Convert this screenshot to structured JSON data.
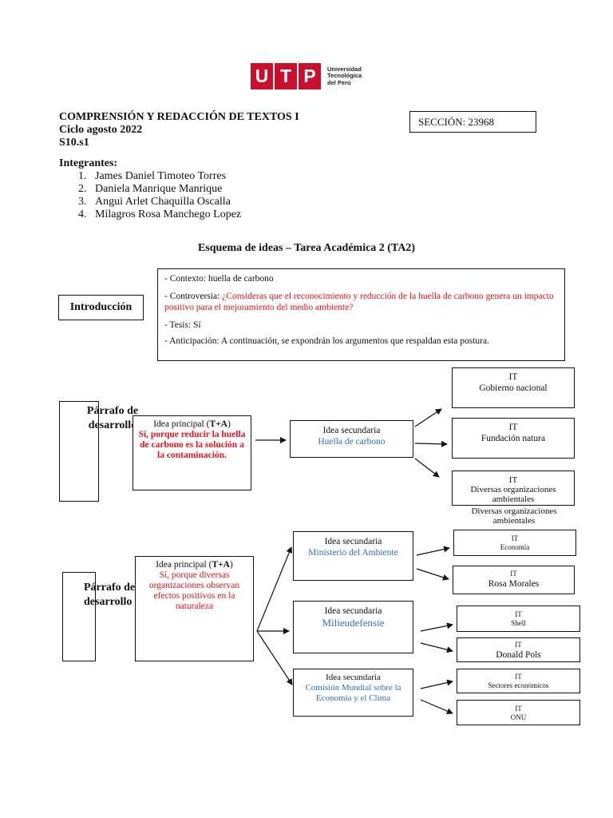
{
  "logo": {
    "letters": [
      "U",
      "T",
      "P"
    ],
    "university": [
      "Universidad",
      "Tecnológica",
      "del Perú"
    ]
  },
  "header": {
    "course": "COMPRENSIÓN Y REDACCIÓN DE TEXTOS I",
    "cycle": "Ciclo agosto 2022",
    "session": "S10.s1",
    "section": "SECCIÓN: 23968"
  },
  "members": {
    "title": "Integrantes:",
    "items": [
      {
        "n": "1.",
        "name": "James Daniel Timoteo Torres"
      },
      {
        "n": "2.",
        "name": "Daniela Manrique Manrique"
      },
      {
        "n": "3.",
        "name": "Angui Arlet Chaquilla Oscalla"
      },
      {
        "n": "4.",
        "name": "Milagros Rosa Manchego Lopez"
      }
    ]
  },
  "scheme_title": "Esquema de ideas – Tarea Académica 2 (TA2)",
  "intro": {
    "label": "Introducción",
    "context": "- Contexto: huella de carbono",
    "controversy_label": "- Controversia: ",
    "controversy": "¿Consideras que el reconocimiento y reducción de la huella de carbono genera un impacto positivo para el mejoramiento del medio ambiente?",
    "thesis": "- Tesis: Sí",
    "anticipation": "- Anticipación: A continuación, se expondrán los argumentos que respaldan esta postura."
  },
  "p1": {
    "label": "Párrafo de desarrollo",
    "main_prefix": "Idea principal (",
    "main_ta": "T+A",
    "main_suffix": ")",
    "main_text": "Sí, porque reducir la huella de carbono es la solución a la contaminación.",
    "secondary_title": "Idea secundaria",
    "secondary_text": "Huella de carbono",
    "its": [
      {
        "it": "IT",
        "text": "Gobierno nacional"
      },
      {
        "it": "IT",
        "text": "Fundación natura"
      },
      {
        "it": "IT",
        "text": "Diversas organizaciones ambientales",
        "overflow": "Diversas organizaciones ambientales"
      }
    ]
  },
  "p2": {
    "label": "Párrafo de desarrollo",
    "main_prefix": "Idea principal (",
    "main_ta": "T+A",
    "main_suffix": ")",
    "main_text": "Sí, porque diversas organizaciones observan efectos positivos en la naturaleza",
    "secondaries": [
      {
        "title": "Idea secundaria",
        "text": "Ministerio del Ambiente"
      },
      {
        "title": "Idea secundaria",
        "text": "Milieudefensie"
      },
      {
        "title": "Idea secundaria",
        "text": "Comisión Mundial sobre la Economía y el Clima"
      }
    ],
    "its": [
      {
        "it": "IT",
        "text": "Economía"
      },
      {
        "it": "IT",
        "text": "Rosa Morales"
      },
      {
        "it": "IT",
        "text": "Shell"
      },
      {
        "it": "IT",
        "text": "Donald Pols"
      },
      {
        "it": "IT",
        "text": "Sectores económicos"
      },
      {
        "it": "IT",
        "text": "ONU"
      }
    ]
  }
}
